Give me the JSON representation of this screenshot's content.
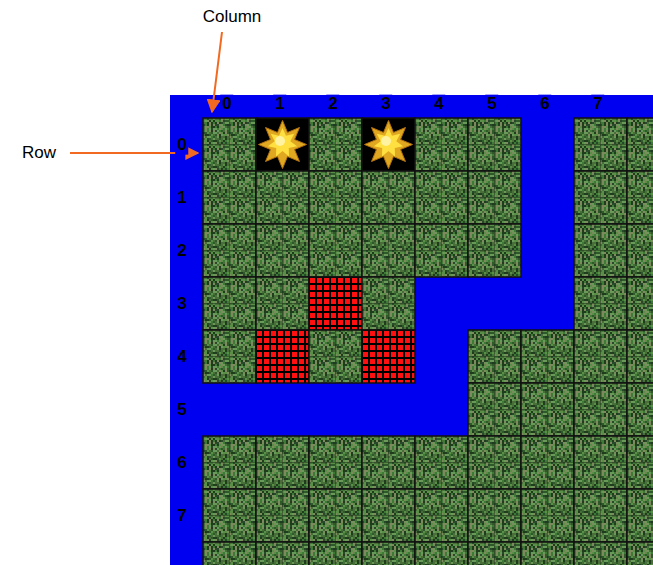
{
  "diagram": {
    "labels": [
      "Column",
      "Row",
      "0",
      "1",
      "2",
      "3",
      "4",
      "5",
      "6",
      "7",
      "0",
      "1",
      "2",
      "3",
      "4",
      "5",
      "6",
      "7"
    ]
  }
}
